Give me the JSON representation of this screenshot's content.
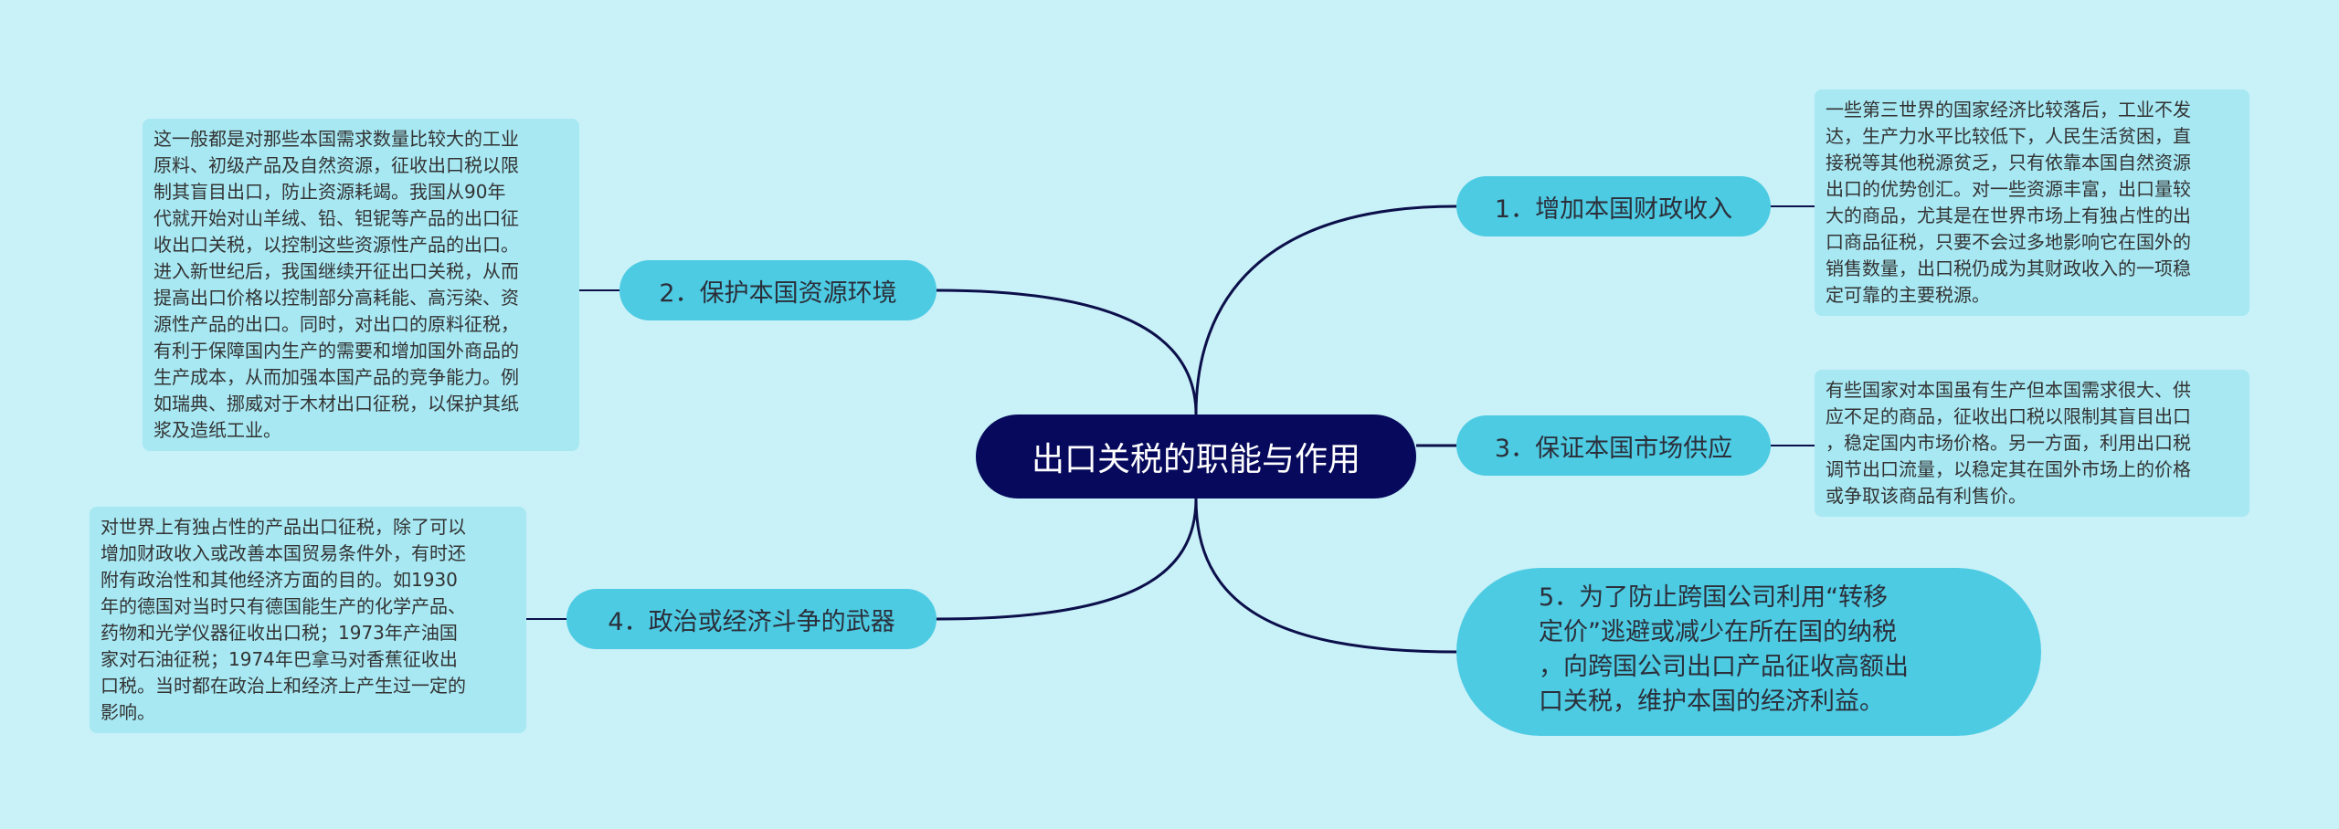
{
  "central_topic": "出口关税的职能与作用",
  "branches": {
    "b1": {
      "label": "1．增加本国财政收入"
    },
    "b2": {
      "label": "2．保护本国资源环境"
    },
    "b3": {
      "label": "3．保证本国市场供应"
    },
    "b4": {
      "label": "4．政治或经济斗争的武器"
    },
    "b5": {
      "lines": [
        "5．为了防止跨国公司利用“转移",
        "定价”逃避或减少在所在国的纳税",
        "，向跨国公司出口产品征收高额出",
        "口关税，维护本国的经济利益。"
      ]
    }
  },
  "notes": {
    "n1": [
      "一些第三世界的国家经济比较落后，工业不发",
      "达，生产力水平比较低下，人民生活贫困，直",
      "接税等其他税源贫乏，只有依靠本国自然资源",
      "出口的优势创汇。对一些资源丰富，出口量较",
      "大的商品，尤其是在世界市场上有独占性的出",
      "口商品征税，只要不会过多地影响它在国外的",
      "销售数量，出口税仍成为其财政收入的一项稳",
      "定可靠的主要税源。"
    ],
    "n2": [
      "这一般都是对那些本国需求数量比较大的工业",
      "原料、初级产品及自然资源，征收出口税以限",
      "制其盲目出口，防止资源耗竭。我国从90年",
      "代就开始对山羊绒、铅、钽铌等产品的出口征",
      "收出口关税，以控制这些资源性产品的出口。",
      "进入新世纪后，我国继续开征出口关税，从而",
      "提高出口价格以控制部分高耗能、高污染、资",
      "源性产品的出口。同时，对出口的原料征税，",
      "有利于保障国内生产的需要和增加国外商品的",
      "生产成本，从而加强本国产品的竞争能力。例",
      "如瑞典、挪威对于木材出口征税，以保护其纸",
      "浆及造纸工业。"
    ],
    "n3": [
      "有些国家对本国虽有生产但本国需求很大、供",
      "应不足的商品，征收出口税以限制其盲目出口",
      "，稳定国内市场价格。另一方面，利用出口税",
      "调节出口流量，以稳定其在国外市场上的价格",
      "或争取该商品有利售价。"
    ],
    "n4": [
      "对世界上有独占性的产品出口征税，除了可以",
      "增加财政收入或改善本国贸易条件外，有时还",
      "附有政治性和其他经济方面的目的。如1930",
      "年的德国对当时只有德国能生产的化学产品、",
      "药物和光学仪器征收出口税；1973年产油国",
      "家对石油征税；1974年巴拿马对香蕉征收出",
      "口税。当时都在政治上和经济上产生过一定的",
      "影响。"
    ]
  },
  "colors": {
    "background": "#c9f1f8",
    "central_fill": "#070a5c",
    "branch_fill": "#4ccbe3",
    "note_fill": "#a7e8f3",
    "connector": "#0b0f4a"
  }
}
